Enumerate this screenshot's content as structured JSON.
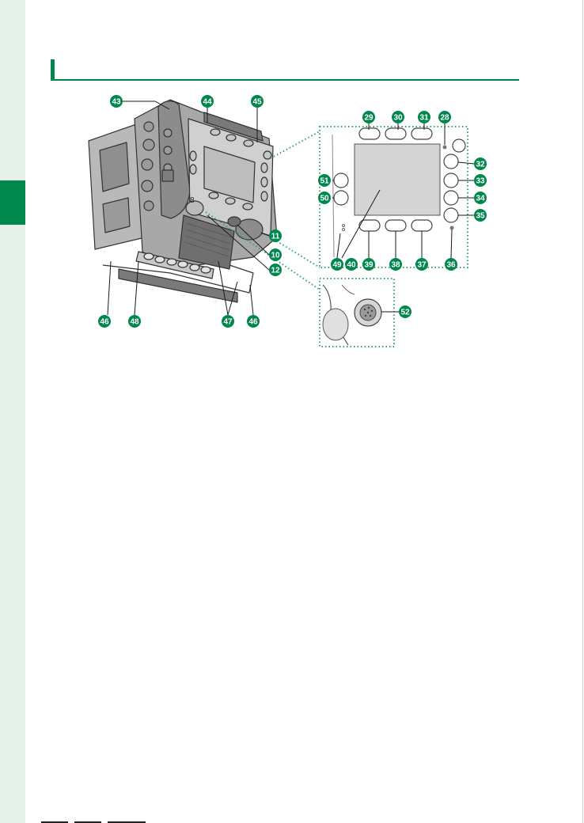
{
  "page": {
    "accent_color": "#00874d",
    "side_strip_color": "#e3f1e9"
  },
  "figure": {
    "callouts": [
      "43",
      "44",
      "45",
      "29",
      "30",
      "31",
      "28",
      "51",
      "50",
      "32",
      "33",
      "34",
      "35",
      "11",
      "10",
      "12",
      "49",
      "40",
      "39",
      "38",
      "37",
      "36",
      "46",
      "48",
      "47",
      "46",
      "52"
    ],
    "body_labels": [
      "8"
    ]
  }
}
